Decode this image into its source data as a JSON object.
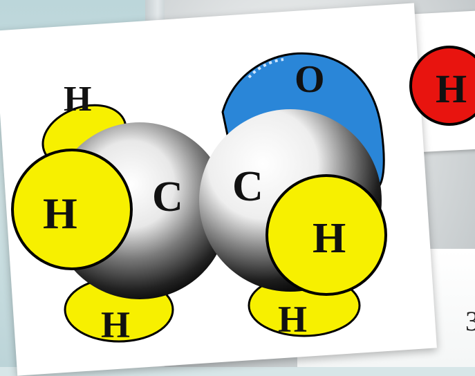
{
  "molecule": {
    "labels": {
      "h_top": "H",
      "h_left": "H",
      "h_bottom_left": "H",
      "c_left": "C",
      "c_right": "C",
      "o": "O",
      "h_right": "H",
      "h_bottom_right": "H",
      "h_oxygen": "H"
    },
    "colors": {
      "hydrogen": "#f7f000",
      "oxygen": "#2a86d8",
      "oxygen_hydrogen": "#e8140f",
      "carbon": "#1a1a1a",
      "outline": "#000000"
    },
    "icons": {
      "carbon": "carbon-atom-icon",
      "hydrogen": "hydrogen-atom-icon",
      "oxygen": "oxygen-atom-icon"
    }
  },
  "edge_text": "3"
}
